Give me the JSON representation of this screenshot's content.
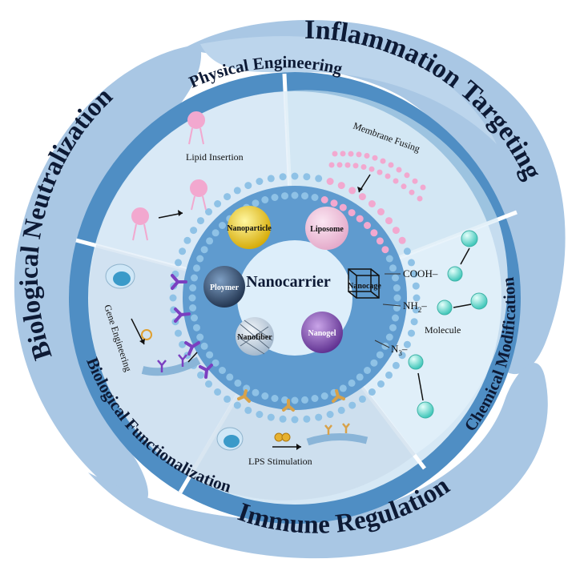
{
  "outer_ring": {
    "top_right": "Inflammation Targeting",
    "left": "Biological Neutralization",
    "bottom": "Immune Regulation"
  },
  "inner_ring": {
    "top": "Physical Engineering",
    "right": "Chemical Modification",
    "left": "Biological Functionalization"
  },
  "panels": {
    "lipid_insertion": "Lipid Insertion",
    "membrane_fusing": "Membrane Fusing",
    "molecule": "Molecule",
    "gene_engineering": "Gene Engineering",
    "lps_stimulation": "LPS Stimulation"
  },
  "chemical_groups": {
    "cooh": "COOH",
    "nh": "NH",
    "nh_sub": "2",
    "n": "N",
    "n_sub": "3"
  },
  "center": {
    "title": "Nanocarrier",
    "items": [
      "Nanoparticle",
      "Liposome",
      "Ploymer",
      "Nanocage",
      "Nanofiber",
      "Nanogel"
    ]
  },
  "colors": {
    "outer_blob": "#a9c7e4",
    "ring": "#4f8ec4",
    "panel": "#d6e8f5",
    "center_fill": "#ddeefa",
    "particle_cyan": "#5fd8cc",
    "lipid_pink": "#f2a8cf"
  }
}
